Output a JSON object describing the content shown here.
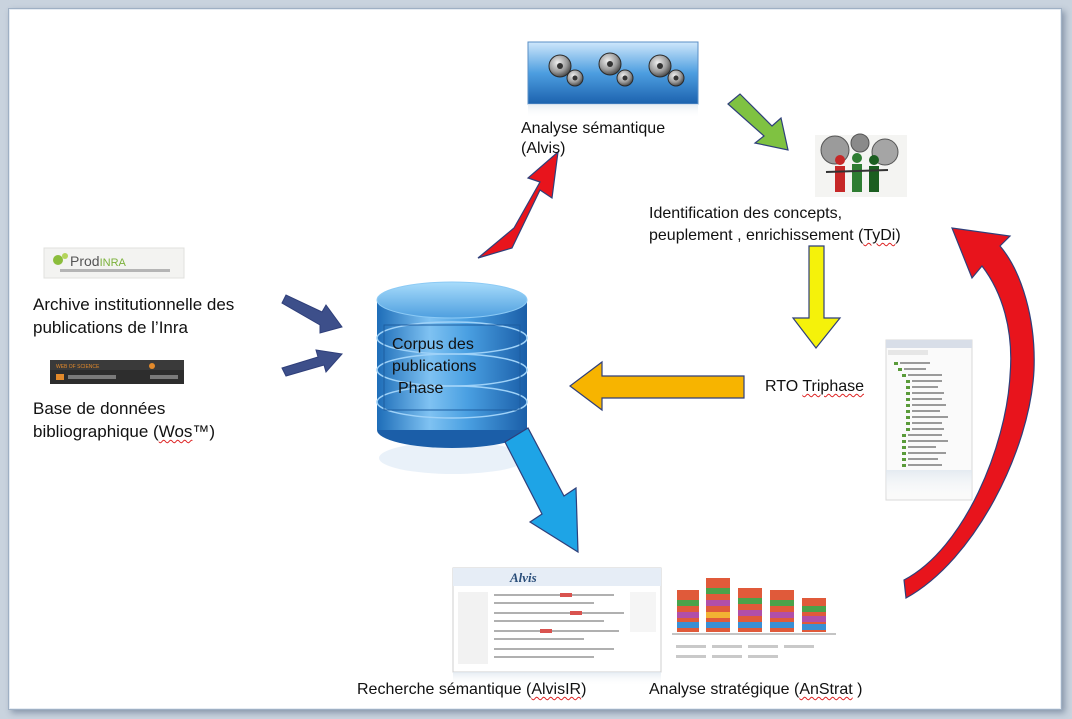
{
  "labels": {
    "alvis_line1": "Analyse sémantique",
    "alvis_line2": "(Alvis)",
    "tydi_line1": "Identification des concepts,",
    "tydi_line2_a": "peuplement , enrichissement (",
    "tydi_line2_b": "TyDi",
    "tydi_line2_c": ")",
    "prodinra_line1": "Archive institutionnelle des",
    "prodinra_line2": "publications de l’Inra",
    "wos_line1": "Base de données",
    "wos_line2_a": "bibliographique (",
    "wos_line2_b": "Wos",
    "wos_line2_c": "™)",
    "corpus_line1": "Corpus des",
    "corpus_line2": "publications",
    "corpus_line3": "Phase",
    "rto_a": "RTO ",
    "rto_b": "Triphase",
    "alvisir_a": "Recherche sémantique (",
    "alvisir_b": "AlvisIR",
    "alvisir_c": ")",
    "anstrat_a": "Analyse stratégique (",
    "anstrat_b": "AnStrat",
    "anstrat_c": " )"
  },
  "logos": {
    "prodinra_name_a": "Prod",
    "prodinra_name_b": "INRA",
    "wos_banner": "WEB OF SCIENCE",
    "alvis_logo": "Alvis"
  },
  "colors": {
    "arrow_red": "#e8141c",
    "arrow_green": "#7fc241",
    "arrow_yellow": "#f5f20a",
    "arrow_orange": "#f7b400",
    "arrow_blue": "#1ea4e6",
    "arrow_navy": "#3d4f8a",
    "cylinder": "#3a8fd3"
  }
}
